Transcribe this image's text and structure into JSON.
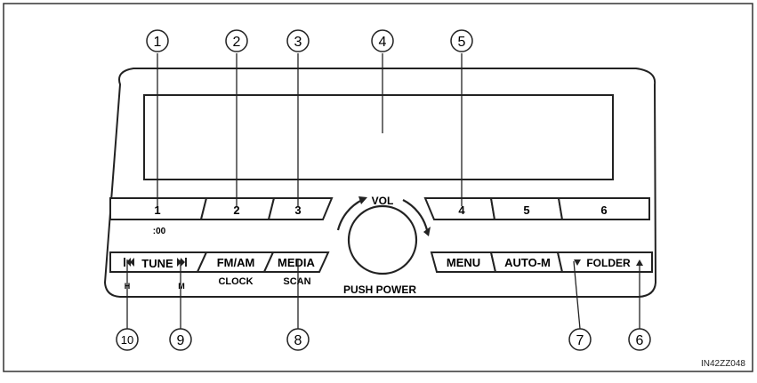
{
  "figure_code": "IN42ZZ048",
  "callouts": [
    "1",
    "2",
    "3",
    "4",
    "5",
    "6",
    "7",
    "8",
    "9",
    "10"
  ],
  "buttons": {
    "preset1": "1",
    "preset1_sub": ":00",
    "preset2": "2",
    "preset3": "3",
    "preset4": "4",
    "preset5": "5",
    "preset6": "6",
    "tune": "TUNE",
    "fmam": "FM/AM",
    "fmam_sub": "CLOCK",
    "media": "MEDIA",
    "media_sub": "SCAN",
    "menu": "MENU",
    "autom": "AUTO-M",
    "folder": "FOLDER",
    "tune_sub_left": "H",
    "tune_sub_right": "M"
  },
  "knob": {
    "label": "VOL",
    "sub": "PUSH POWER"
  },
  "icons": {
    "tune_prev": "seek-back-icon",
    "tune_next": "seek-forward-icon",
    "folder_down": "triangle-down-icon",
    "folder_up": "triangle-up-icon"
  }
}
